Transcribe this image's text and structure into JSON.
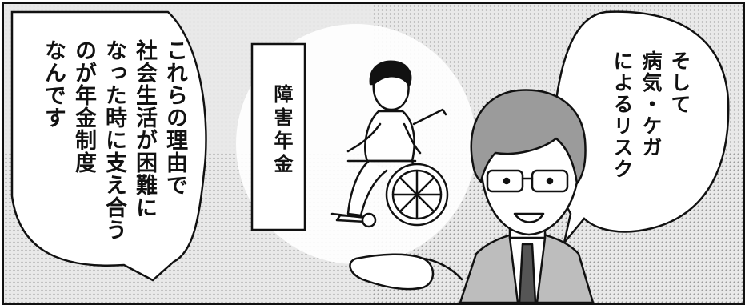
{
  "left_bubble": {
    "lines": [
      "これらの理由で",
      "社会生活が困難に",
      "なった時に支え合う",
      "のが年金制度",
      "なんです"
    ]
  },
  "right_bubble": {
    "lines": [
      "そして",
      "病気・ケガ",
      "によるリスク"
    ]
  },
  "sign": {
    "text": "障害年金"
  }
}
